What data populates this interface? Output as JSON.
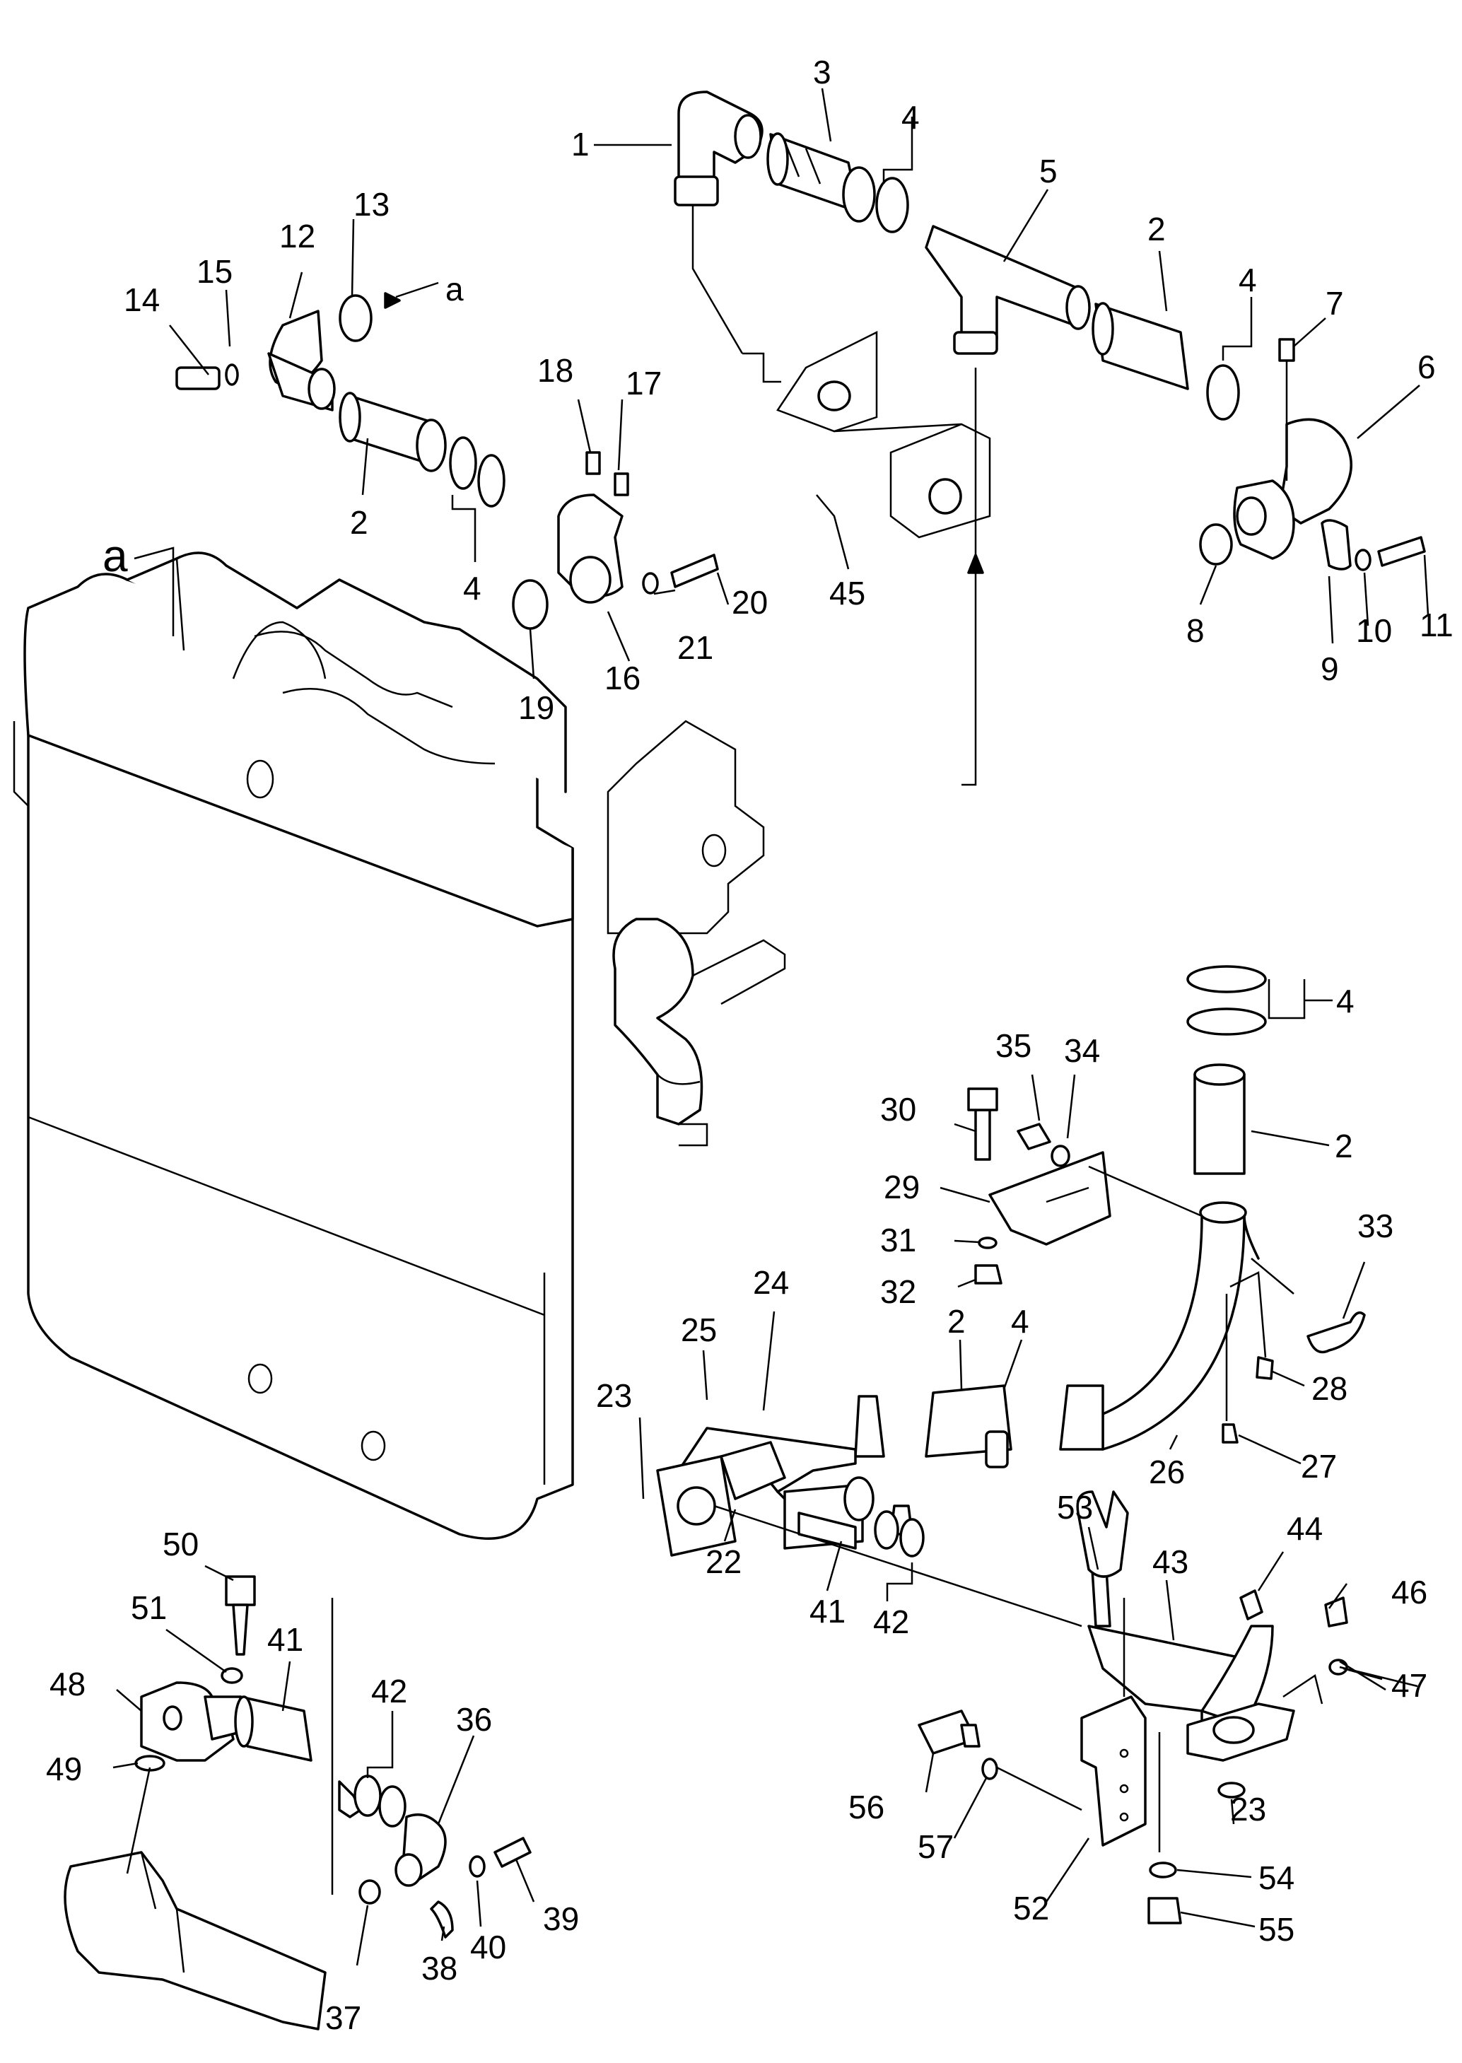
{
  "callouts": [
    {
      "id": "1",
      "text": "1"
    },
    {
      "id": "3",
      "text": "3"
    },
    {
      "id": "4a",
      "text": "4"
    },
    {
      "id": "5",
      "text": "5"
    },
    {
      "id": "2a",
      "text": "2"
    },
    {
      "id": "4b",
      "text": "4"
    },
    {
      "id": "7",
      "text": "7"
    },
    {
      "id": "6",
      "text": "6"
    },
    {
      "id": "13",
      "text": "13"
    },
    {
      "id": "12",
      "text": "12"
    },
    {
      "id": "14",
      "text": "14"
    },
    {
      "id": "15",
      "text": "15"
    },
    {
      "id": "a1",
      "text": "a"
    },
    {
      "id": "18",
      "text": "18"
    },
    {
      "id": "17",
      "text": "17"
    },
    {
      "id": "2b",
      "text": "2"
    },
    {
      "id": "4c",
      "text": "4"
    },
    {
      "id": "20",
      "text": "20"
    },
    {
      "id": "21",
      "text": "21"
    },
    {
      "id": "16",
      "text": "16"
    },
    {
      "id": "19",
      "text": "19"
    },
    {
      "id": "45",
      "text": "45"
    },
    {
      "id": "8",
      "text": "8"
    },
    {
      "id": "9",
      "text": "9"
    },
    {
      "id": "10",
      "text": "10"
    },
    {
      "id": "11",
      "text": "11"
    },
    {
      "id": "a2",
      "text": "a"
    },
    {
      "id": "4d",
      "text": "4"
    },
    {
      "id": "35",
      "text": "35"
    },
    {
      "id": "34",
      "text": "34"
    },
    {
      "id": "30",
      "text": "30"
    },
    {
      "id": "2c",
      "text": "2"
    },
    {
      "id": "29",
      "text": "29"
    },
    {
      "id": "31",
      "text": "31"
    },
    {
      "id": "32",
      "text": "32"
    },
    {
      "id": "33",
      "text": "33"
    },
    {
      "id": "24",
      "text": "24"
    },
    {
      "id": "25",
      "text": "25"
    },
    {
      "id": "2d",
      "text": "2"
    },
    {
      "id": "4e",
      "text": "4"
    },
    {
      "id": "28",
      "text": "28"
    },
    {
      "id": "23a",
      "text": "23"
    },
    {
      "id": "27",
      "text": "27"
    },
    {
      "id": "26",
      "text": "26"
    },
    {
      "id": "22",
      "text": "22"
    },
    {
      "id": "41a",
      "text": "41"
    },
    {
      "id": "42a",
      "text": "42"
    },
    {
      "id": "53",
      "text": "53"
    },
    {
      "id": "43",
      "text": "43"
    },
    {
      "id": "44",
      "text": "44"
    },
    {
      "id": "46",
      "text": "46"
    },
    {
      "id": "47",
      "text": "47"
    },
    {
      "id": "50",
      "text": "50"
    },
    {
      "id": "51",
      "text": "51"
    },
    {
      "id": "41b",
      "text": "41"
    },
    {
      "id": "48",
      "text": "48"
    },
    {
      "id": "42b",
      "text": "42"
    },
    {
      "id": "36",
      "text": "36"
    },
    {
      "id": "49",
      "text": "49"
    },
    {
      "id": "56",
      "text": "56"
    },
    {
      "id": "23b",
      "text": "23"
    },
    {
      "id": "57",
      "text": "57"
    },
    {
      "id": "54",
      "text": "54"
    },
    {
      "id": "52",
      "text": "52"
    },
    {
      "id": "55",
      "text": "55"
    },
    {
      "id": "39",
      "text": "39"
    },
    {
      "id": "40",
      "text": "40"
    },
    {
      "id": "38",
      "text": "38"
    },
    {
      "id": "37",
      "text": "37"
    }
  ]
}
